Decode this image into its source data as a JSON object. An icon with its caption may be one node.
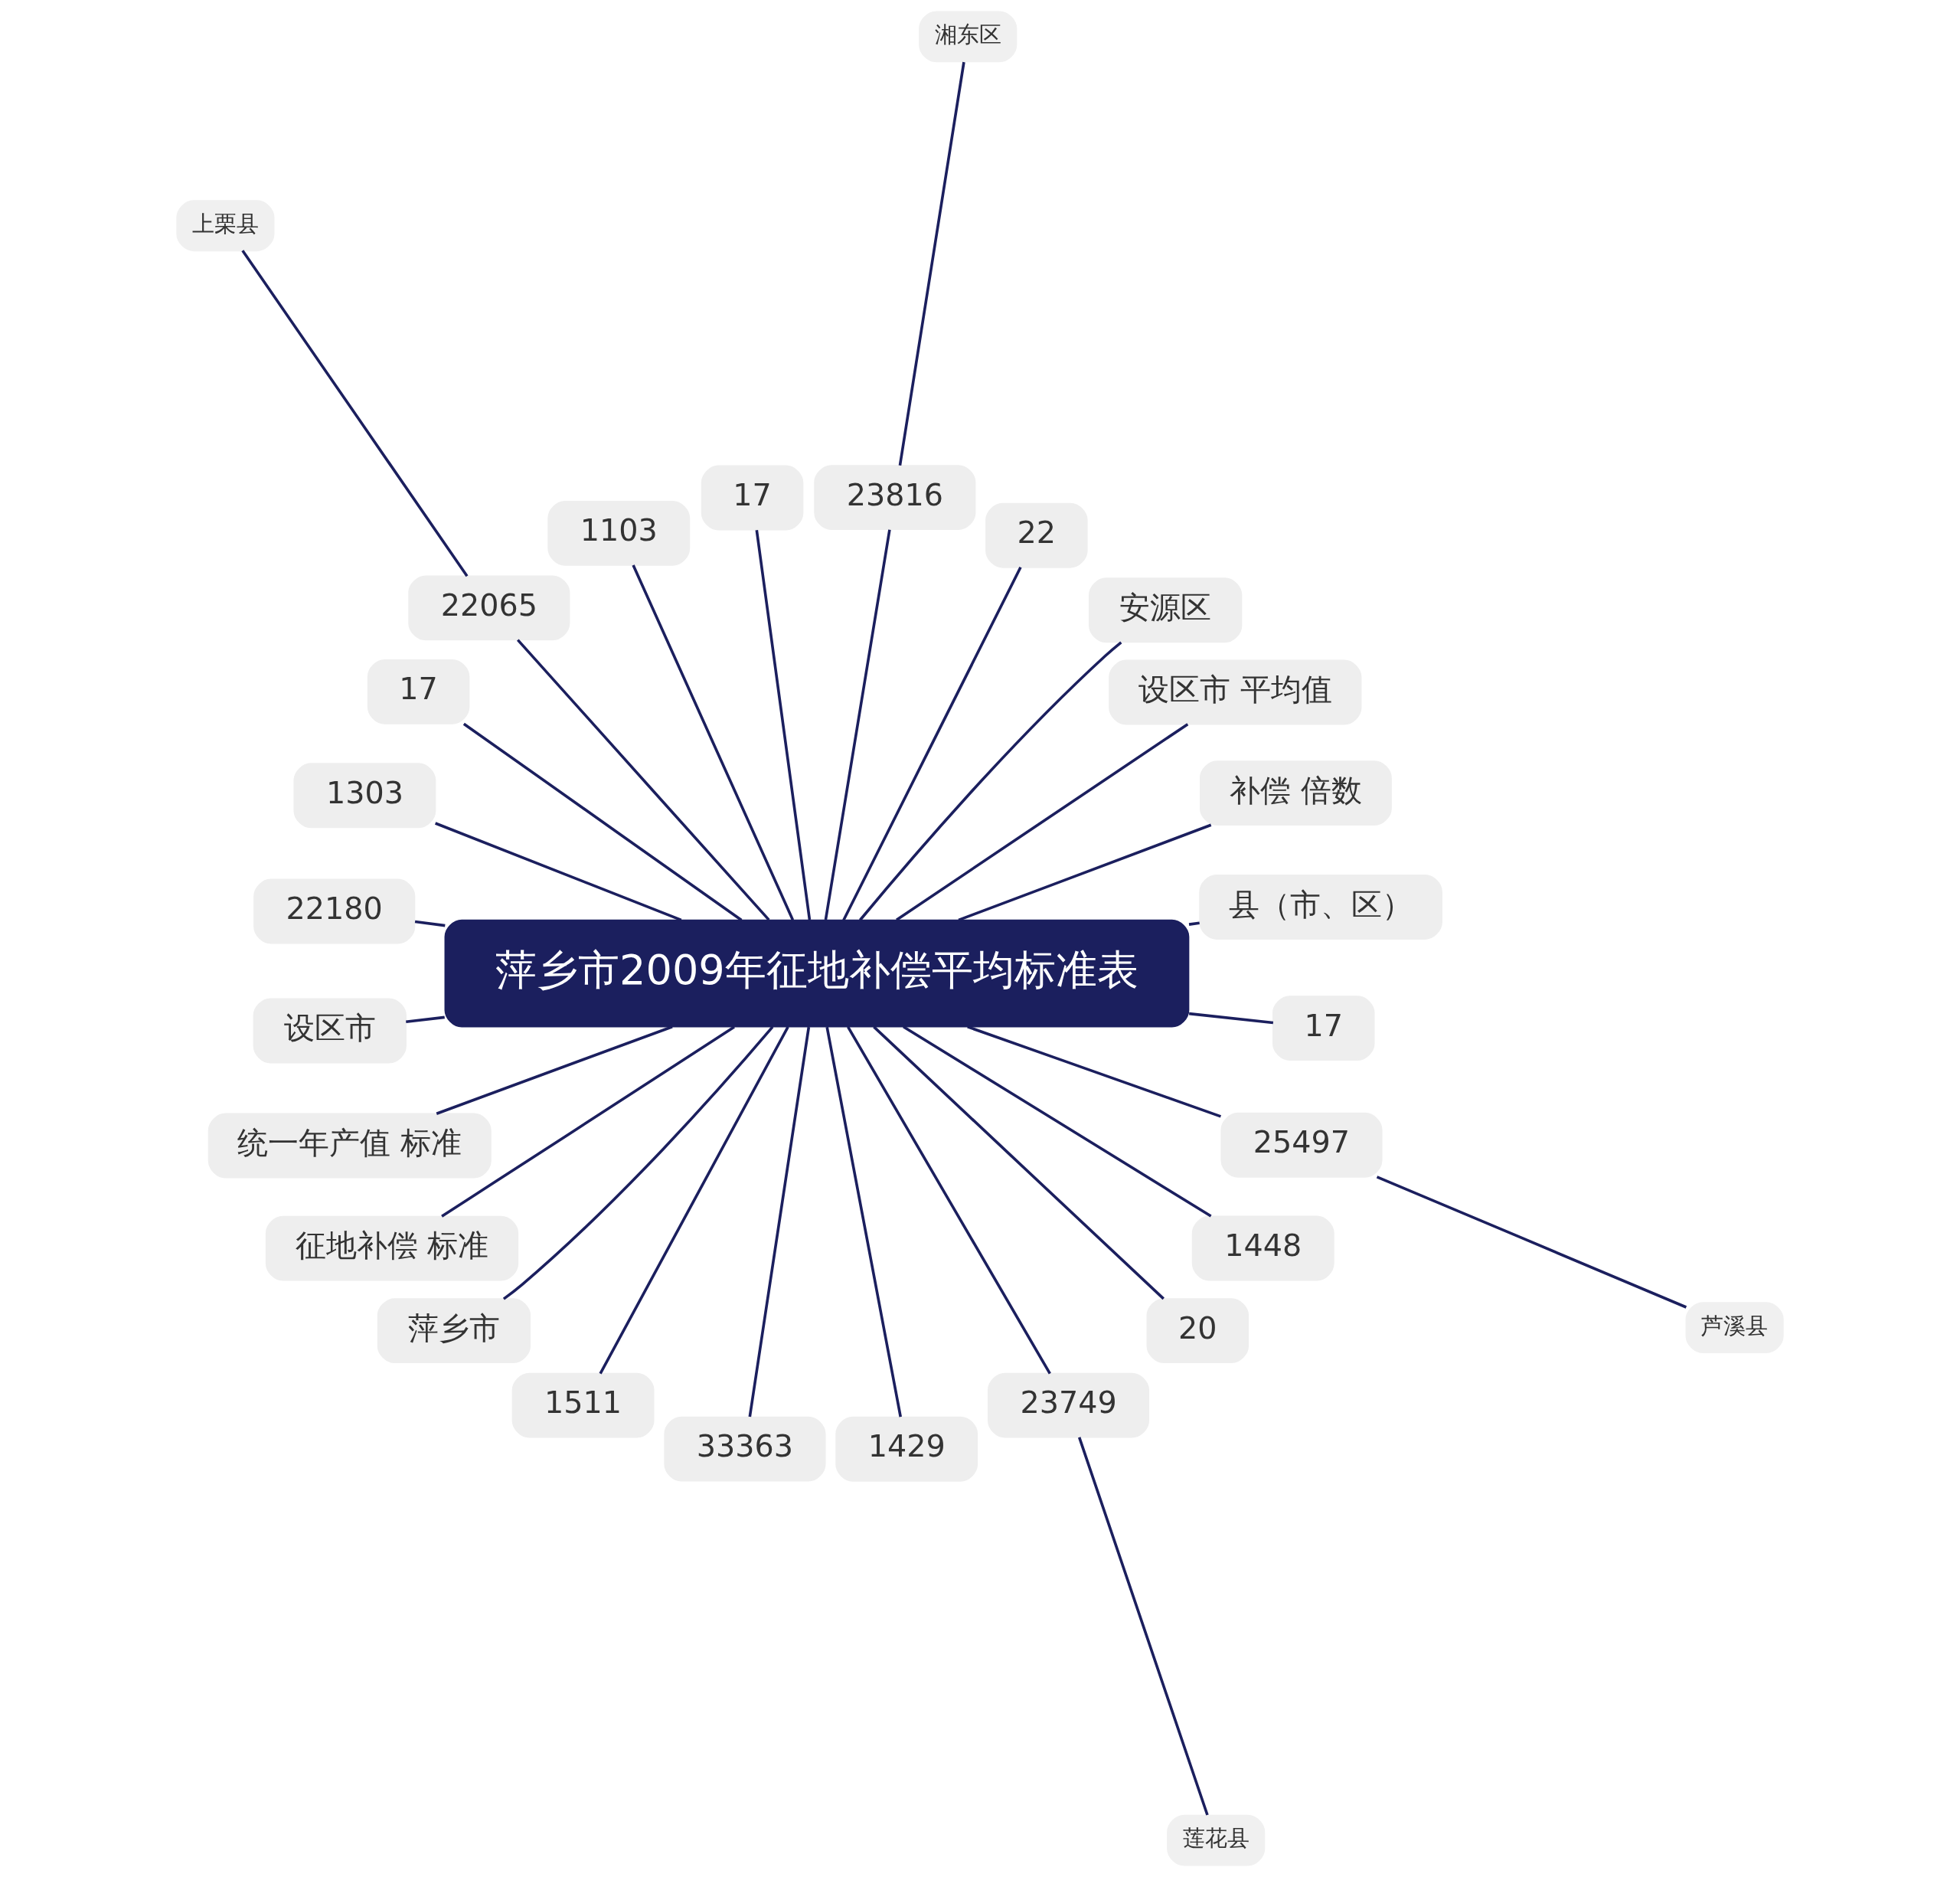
{
  "diagram": {
    "nodes": [
      {
        "text": [
          "萍乡市2009年征地补偿平均标准表"
        ]
      },
      {
        "text": [
          "县（市、区）"
        ]
      },
      {
        "text": [
          "补偿 倍数"
        ]
      },
      {
        "text": [
          "设区市 平均值"
        ]
      },
      {
        "text": [
          "安源区"
        ]
      },
      {
        "text": [
          "22"
        ]
      },
      {
        "text": [
          "23816"
        ]
      },
      {
        "text": [
          "17"
        ]
      },
      {
        "text": [
          "1103"
        ]
      },
      {
        "text": [
          "22065"
        ]
      },
      {
        "text": [
          "17"
        ]
      },
      {
        "text": [
          "1303"
        ]
      },
      {
        "text": [
          "22180"
        ]
      },
      {
        "text": [
          "设区市"
        ]
      },
      {
        "text": [
          "统一年产值 标准"
        ]
      },
      {
        "text": [
          "征地补偿 标准"
        ]
      },
      {
        "text": [
          "萍乡市"
        ]
      },
      {
        "text": [
          "1511"
        ]
      },
      {
        "text": [
          "33363"
        ]
      },
      {
        "text": [
          "1429"
        ]
      },
      {
        "text": [
          "23749"
        ]
      },
      {
        "text": [
          "20"
        ]
      },
      {
        "text": [
          "1448"
        ]
      },
      {
        "text": [
          "25497"
        ]
      },
      {
        "text": [
          "17"
        ]
      },
      {
        "text": [
          "湘东区"
        ]
      },
      {
        "text": [
          "上栗县"
        ]
      },
      {
        "text": [
          "莲花县"
        ]
      },
      {
        "text": [
          "芦溪县"
        ]
      }
    ],
    "edges": [
      {
        "from": 0,
        "to": 1,
        "arrow": "none"
      },
      {
        "from": 0,
        "to": 2,
        "arrow": "none"
      },
      {
        "from": 0,
        "to": 3,
        "arrow": "none"
      },
      {
        "from": 0,
        "to": 4,
        "arrow": "none"
      },
      {
        "from": 0,
        "to": 5,
        "arrow": "none"
      },
      {
        "from": 0,
        "to": 6,
        "arrow": "none"
      },
      {
        "from": 0,
        "to": 7,
        "arrow": "none"
      },
      {
        "from": 0,
        "to": 8,
        "arrow": "none"
      },
      {
        "from": 0,
        "to": 9,
        "arrow": "none"
      },
      {
        "from": 0,
        "to": 10,
        "arrow": "none"
      },
      {
        "from": 0,
        "to": 11,
        "arrow": "none"
      },
      {
        "from": 0,
        "to": 12,
        "arrow": "none"
      },
      {
        "from": 0,
        "to": 13,
        "arrow": "none"
      },
      {
        "from": 0,
        "to": 14,
        "arrow": "none"
      },
      {
        "from": 0,
        "to": 15,
        "arrow": "none"
      },
      {
        "from": 0,
        "to": 16,
        "arrow": "none"
      },
      {
        "from": 0,
        "to": 17,
        "arrow": "none"
      },
      {
        "from": 0,
        "to": 18,
        "arrow": "none"
      },
      {
        "from": 0,
        "to": 19,
        "arrow": "none"
      },
      {
        "from": 0,
        "to": 20,
        "arrow": "none"
      },
      {
        "from": 0,
        "to": 21,
        "arrow": "none"
      },
      {
        "from": 0,
        "to": 22,
        "arrow": "none"
      },
      {
        "from": 0,
        "to": 23,
        "arrow": "none"
      },
      {
        "from": 0,
        "to": 24,
        "arrow": "none"
      },
      {
        "from": 6,
        "to": 25,
        "arrow": "none"
      },
      {
        "from": 9,
        "to": 26,
        "arrow": "none"
      },
      {
        "from": 20,
        "to": 27,
        "arrow": "none"
      },
      {
        "from": 23,
        "to": 28,
        "arrow": "none"
      }
    ]
  }
}
